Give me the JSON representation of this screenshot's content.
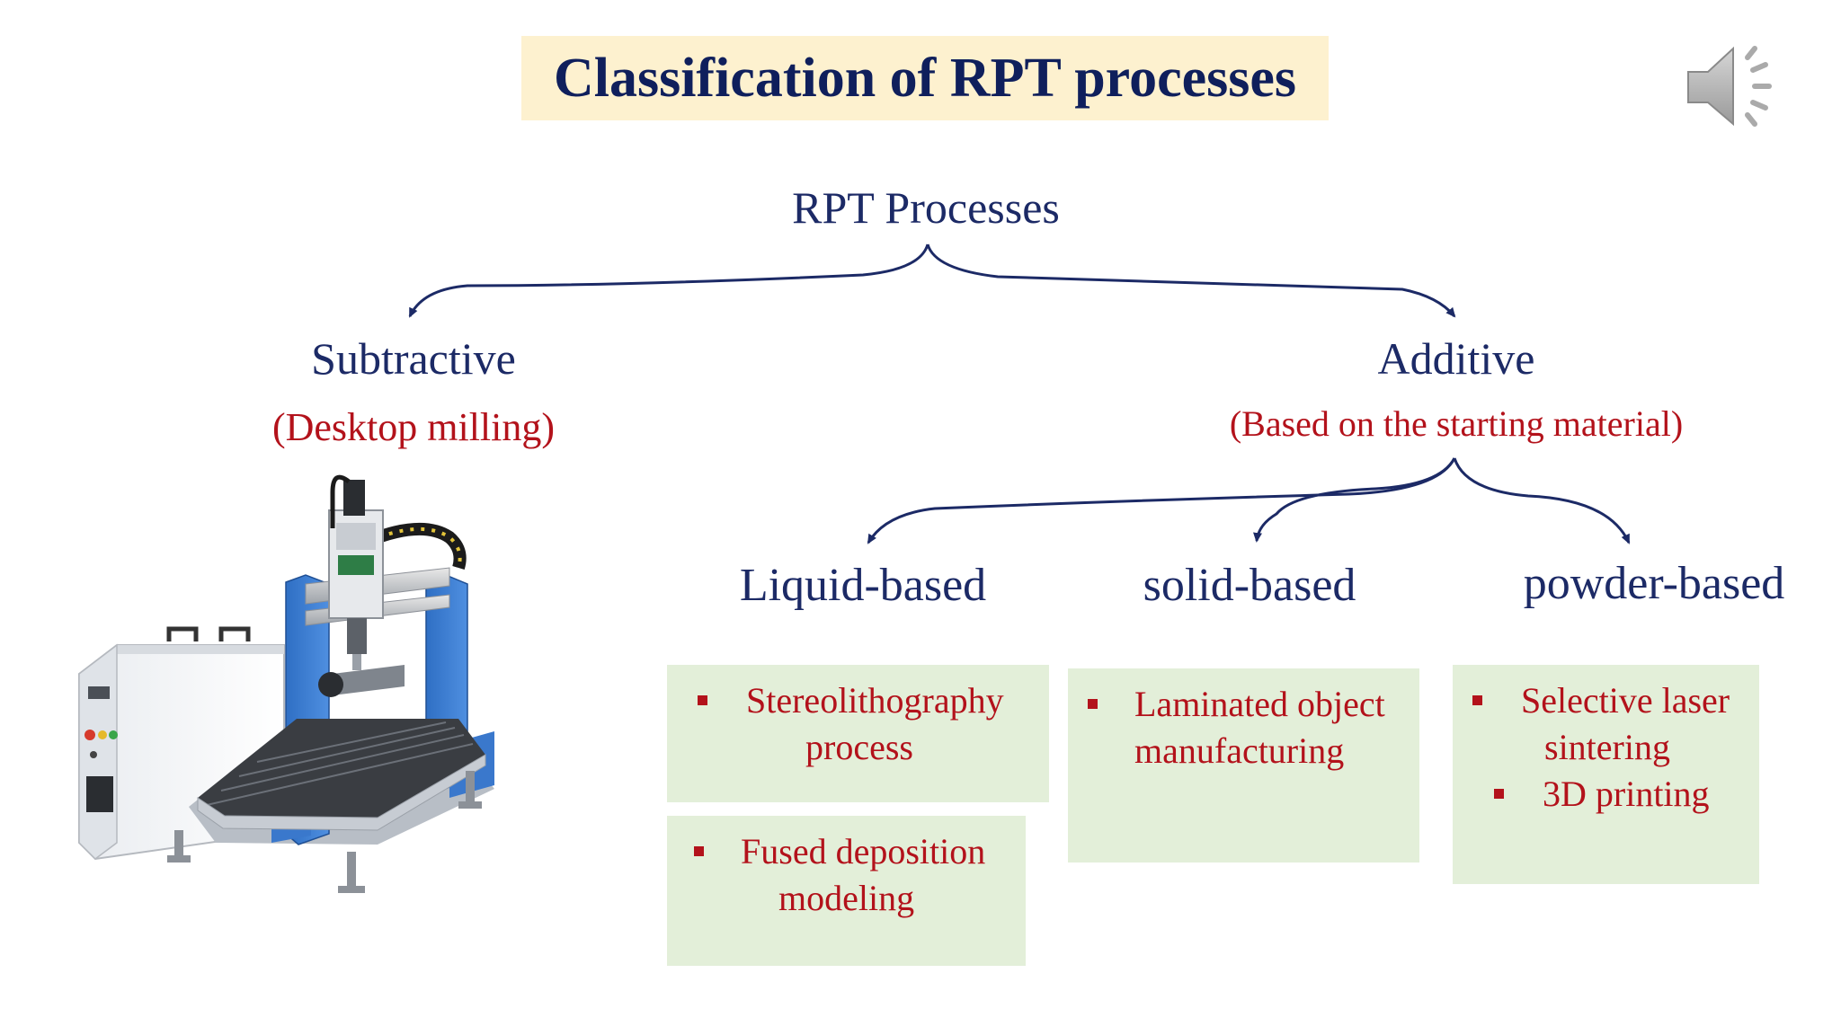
{
  "slide": {
    "title": "Classification of RPT processes",
    "root": "RPT Processes",
    "subtractive": {
      "label": "Subtractive",
      "note": "(Desktop milling)"
    },
    "additive": {
      "label": "Additive",
      "note": "(Based on the starting material)",
      "categories": [
        {
          "label": "Liquid-based"
        },
        {
          "label": "solid-based"
        },
        {
          "label": "powder-based"
        }
      ]
    },
    "boxes": {
      "liquid_1": {
        "line1": "Stereolithography",
        "line2": "process"
      },
      "liquid_2": {
        "line1": "Fused deposition",
        "line2": "modeling"
      },
      "solid_1": {
        "line1": "Laminated object",
        "line2": "manufacturing"
      },
      "powder_1": {
        "line1": "Selective laser",
        "line2": "sintering",
        "line3": "3D printing"
      }
    },
    "icons": {
      "speaker": "speaker-icon",
      "machine": "cnc-milling-machine"
    },
    "colors": {
      "title_bg": "#fdf1cf",
      "navy": "#1c2a66",
      "red": "#b3121b",
      "box_bg": "#e3efd9"
    }
  }
}
